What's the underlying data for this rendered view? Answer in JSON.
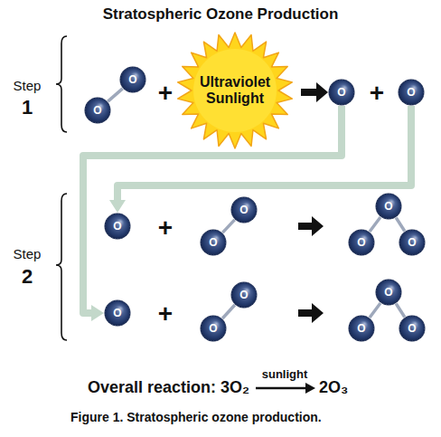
{
  "diagram": {
    "title": "Stratospheric Ozone Production",
    "caption": "Figure 1. Stratospheric ozone production.",
    "nodes": [
      {
        "text": [
          "O"
        ]
      },
      {
        "text": [
          "O"
        ]
      },
      {
        "text": [
          "Ultraviolet Sunlight"
        ]
      },
      {
        "text": [
          "O"
        ]
      },
      {
        "text": [
          "O"
        ]
      },
      {
        "text": [
          "O"
        ]
      },
      {
        "text": [
          "O"
        ]
      },
      {
        "text": [
          "O"
        ]
      },
      {
        "text": [
          "O"
        ]
      },
      {
        "text": [
          "O"
        ]
      },
      {
        "text": [
          "O"
        ]
      },
      {
        "text": [
          "O"
        ]
      },
      {
        "text": [
          "O"
        ]
      },
      {
        "text": [
          "O"
        ]
      },
      {
        "text": [
          "O"
        ]
      },
      {
        "text": [
          "O"
        ]
      },
      {
        "text": [
          "O"
        ]
      }
    ],
    "edges": [
      {
        "from": 0,
        "to": 1,
        "arrow": "none"
      },
      {
        "from": 3,
        "to": 11,
        "arrow": "to"
      },
      {
        "from": 4,
        "to": 5,
        "arrow": "to"
      },
      {
        "from": 6,
        "to": 7,
        "arrow": "none"
      },
      {
        "from": 8,
        "to": 9,
        "arrow": "none"
      },
      {
        "from": 8,
        "to": 10,
        "arrow": "none"
      },
      {
        "from": 12,
        "to": 13,
        "arrow": "none"
      },
      {
        "from": 14,
        "to": 15,
        "arrow": "none"
      },
      {
        "from": 14,
        "to": 16,
        "arrow": "none"
      }
    ],
    "labels": [
      "Step",
      "1",
      "+",
      "+",
      "Step",
      "2",
      "+",
      "+",
      "Overall reaction: 3O₂",
      "sunlight",
      "2O₃"
    ]
  }
}
